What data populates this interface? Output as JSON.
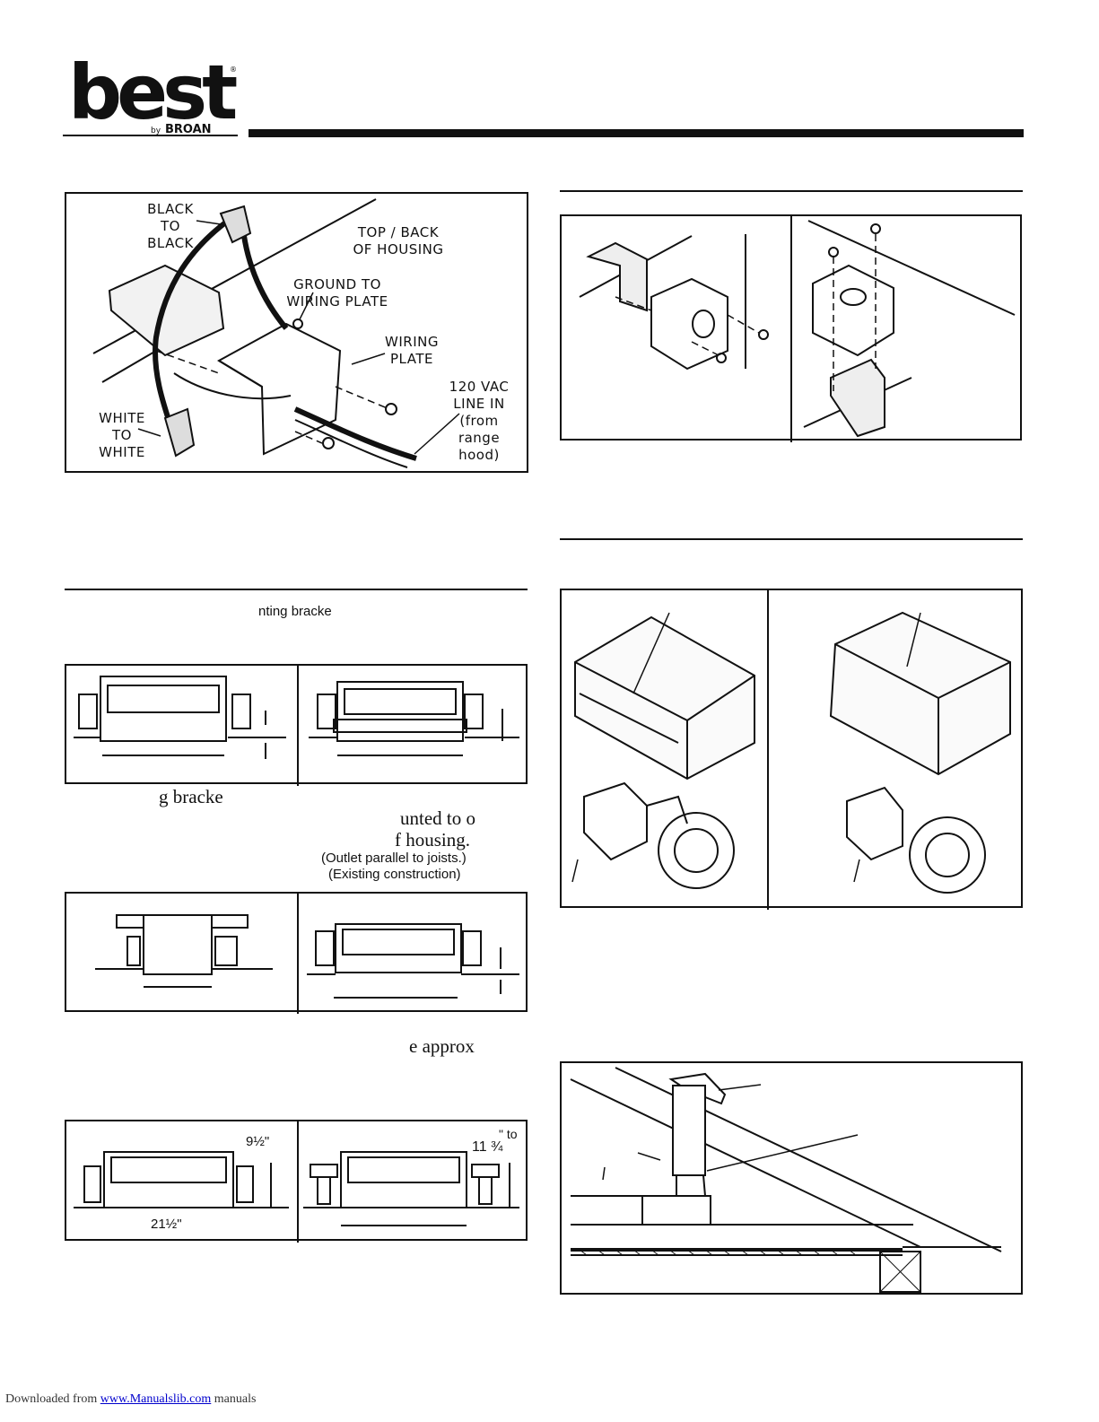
{
  "brand": {
    "logo_text": "best",
    "logo_sub": "by BROAN"
  },
  "wiring_figure": {
    "labels": {
      "black_to_black": "BLACK\nTO\nBLACK",
      "top_back": "TOP / BACK\nOF HOUSING",
      "ground": "GROUND TO\nWIRING PLATE",
      "wiring_plate": "WIRING\nPLATE",
      "line_in": "120 VAC\nLINE IN\n(from\nrange\nhood)",
      "white_to_white": "WHITE\nTO\nWHITE"
    }
  },
  "left_text": {
    "fragment_1": "nting bracke",
    "fragment_2": "g bracke",
    "fragment_3": "unted to o",
    "fragment_4": "f housing.",
    "note_1": "(Outlet parallel to joists.)",
    "note_2": "(Existing construction)",
    "fragment_5": "e approx"
  },
  "dimensions": {
    "height_a": "9½\"",
    "height_b_prefix": "\" to",
    "height_b": "11 ¾",
    "width": "21½\""
  },
  "footer": {
    "prefix": "Downloaded from ",
    "link": "www.Manualslib.com",
    "suffix": " manuals"
  }
}
